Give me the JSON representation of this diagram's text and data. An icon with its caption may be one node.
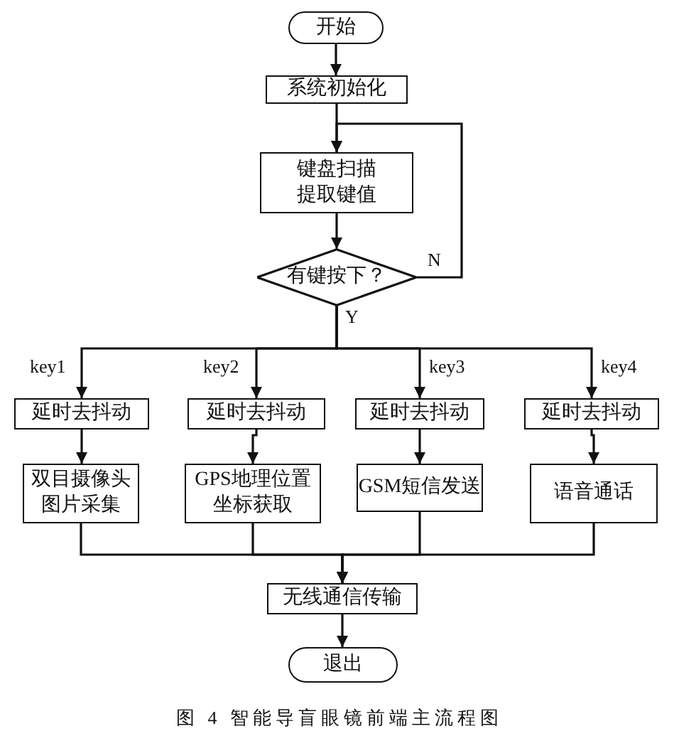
{
  "diagram": {
    "caption": "图 4 智能导盲眼镜前端主流程图",
    "nodes": [
      {
        "text": [
          "开始"
        ]
      },
      {
        "text": [
          "系统初始化"
        ]
      },
      {
        "text": [
          "键盘扫描提取键值"
        ]
      },
      {
        "text": [
          "有键按下？"
        ]
      },
      {
        "text": [
          "延时去抖动"
        ]
      },
      {
        "text": [
          "延时去抖动"
        ]
      },
      {
        "text": [
          "延时去抖动"
        ]
      },
      {
        "text": [
          "延时去抖动"
        ]
      },
      {
        "text": [
          "双目摄像头图片采集"
        ]
      },
      {
        "text": [
          "GPS地理位置坐标获取"
        ]
      },
      {
        "text": [
          "GSM短信发送"
        ]
      },
      {
        "text": [
          "语音通话"
        ]
      },
      {
        "text": [
          "无线通信传输"
        ]
      },
      {
        "text": [
          "退出"
        ]
      }
    ],
    "edges": [
      {
        "from": 0,
        "to": 1,
        "arrow": "to"
      },
      {
        "from": 1,
        "to": 2,
        "arrow": "to"
      },
      {
        "from": 2,
        "to": 3,
        "arrow": "to"
      },
      {
        "from": 3,
        "to": 2,
        "arrow": "to",
        "label": "N"
      },
      {
        "from": 3,
        "to": 4,
        "arrow": "to",
        "label": "key1"
      },
      {
        "from": 3,
        "to": 5,
        "arrow": "to",
        "label": "key2"
      },
      {
        "from": 3,
        "to": 6,
        "arrow": "to",
        "label": "key3"
      },
      {
        "from": 3,
        "to": 7,
        "arrow": "to",
        "label": "key4"
      },
      {
        "from": 4,
        "to": 8,
        "arrow": "to"
      },
      {
        "from": 5,
        "to": 9,
        "arrow": "to"
      },
      {
        "from": 6,
        "to": 10,
        "arrow": "to"
      },
      {
        "from": 7,
        "to": 11,
        "arrow": "to"
      },
      {
        "from": 8,
        "to": 12,
        "arrow": "to"
      },
      {
        "from": 9,
        "to": 12,
        "arrow": "to"
      },
      {
        "from": 10,
        "to": 12,
        "arrow": "to"
      },
      {
        "from": 11,
        "to": 12,
        "arrow": "to"
      },
      {
        "from": 12,
        "to": 13,
        "arrow": "to"
      }
    ],
    "labels": [
      "Y"
    ]
  }
}
